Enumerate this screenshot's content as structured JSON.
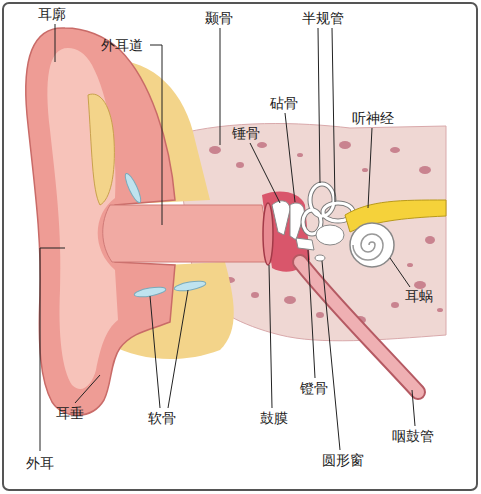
{
  "diagram": {
    "labels": [
      "耳廓",
      "外耳道",
      "颞骨",
      "半规管",
      "砧骨",
      "锤骨",
      "听神经",
      "耳蜗",
      "外耳",
      "耳垂",
      "软骨",
      "鼓膜",
      "镫骨",
      "圆形窗",
      "咽鼓管"
    ]
  }
}
